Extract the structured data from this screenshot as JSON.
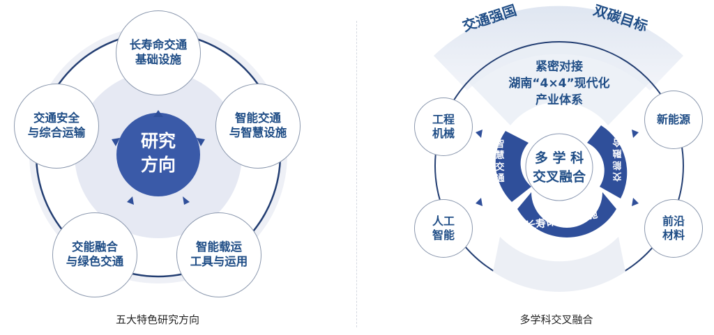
{
  "colors": {
    "primary": "#2f4f9a",
    "text_blue": "#1f4d86",
    "halo": "#e8ebf4",
    "ring": "#233e72",
    "node_border": "#8a97ad"
  },
  "left_diagram": {
    "title": "五大特色研究方向",
    "center": {
      "line1": "研究",
      "line2": "方向"
    },
    "nodes": [
      {
        "line1": "长寿命交通",
        "line2": "基础设施"
      },
      {
        "line1": "智能交通",
        "line2": "与智慧设施"
      },
      {
        "line1": "智能载运",
        "line2": "工具与运用"
      },
      {
        "line1": "交能融合",
        "line2": "与绿色交通"
      },
      {
        "line1": "交通安全",
        "line2": "与综合运输"
      }
    ]
  },
  "right_diagram": {
    "title": "多学科交叉融合",
    "top_arc": {
      "left": "交通强国",
      "right": "双碳目标"
    },
    "banner": {
      "line1": "紧密对接",
      "line2": "湖南“4×4”现代化",
      "line3": "产业体系"
    },
    "center": {
      "line1": "多 学 科",
      "line2": "交叉融合"
    },
    "ring_segments": [
      "智慧交通",
      "长寿命基础设施",
      "交能融合"
    ],
    "plus_sign": "+",
    "nodes": [
      {
        "line1": "工程",
        "line2": "机械"
      },
      {
        "line1": "新能源",
        "line2": ""
      },
      {
        "line1": "人工",
        "line2": "智能"
      },
      {
        "line1": "前沿",
        "line2": "材料"
      }
    ]
  }
}
